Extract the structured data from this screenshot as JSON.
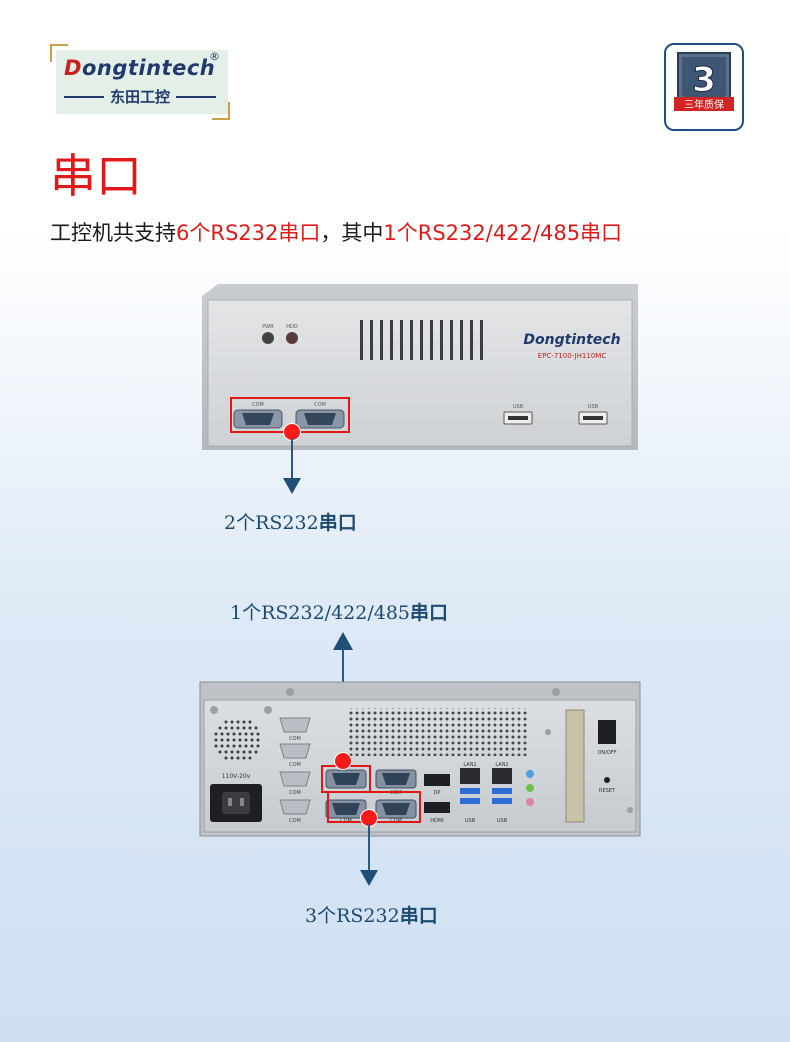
{
  "logo": {
    "brand_d": "D",
    "brand_rest": "ongtintech",
    "registered": "®",
    "cn": "东田工控"
  },
  "badge": {
    "number": "3",
    "text": "三年质保"
  },
  "title": "串口",
  "description": {
    "part1": "工控机共支持",
    "part2": "6个RS232串口",
    "part3": "，其中",
    "part4": "1个RS232/422/485串口"
  },
  "front_panel": {
    "labels": {
      "pwr": "PWR",
      "hdd": "HDD",
      "com": "COM",
      "usb": "USB"
    },
    "brand": "Dongtintech",
    "model": "EPC-7100-JH110MC"
  },
  "rear_panel": {
    "labels": {
      "com": "COM",
      "dp": "DP",
      "hdmi": "HDMI",
      "usb": "USB",
      "lan1": "LAN1",
      "lan2": "LAN2",
      "power": "110V-20v",
      "onoff": "ON/OFF",
      "reset": "RESET"
    }
  },
  "captions": {
    "front_prefix": "2个RS232",
    "front_suffix": "串口",
    "top_prefix": "1个RS232/422/485",
    "top_suffix": "串口",
    "bottom_prefix": "3个RS232",
    "bottom_suffix": "串口"
  },
  "colors": {
    "accent_red": "#e01a1a",
    "caption_blue": "#1c4a70",
    "arrow_blue": "#1f4e78",
    "brand_navy": "#203a6e"
  }
}
